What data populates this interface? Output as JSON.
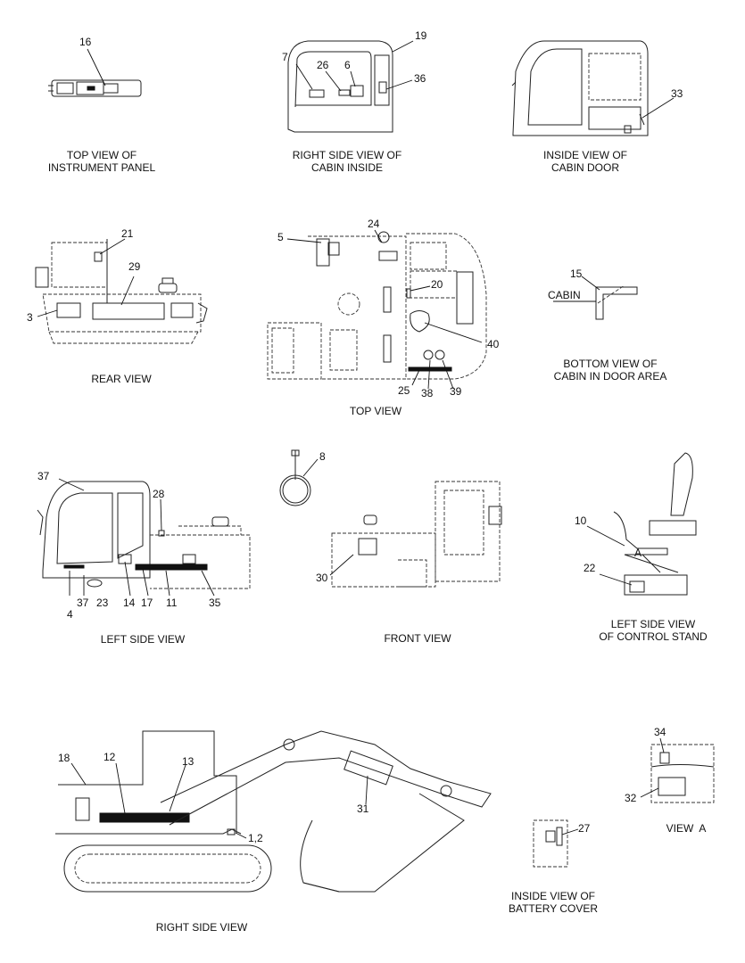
{
  "views": {
    "instrument_panel": [
      "TOP VIEW OF",
      "INSTRUMENT PANEL"
    ],
    "cabin_inside": [
      "RIGHT SIDE VIEW OF",
      "CABIN INSIDE"
    ],
    "cabin_door": [
      "INSIDE VIEW OF",
      "CABIN DOOR"
    ],
    "rear": "REAR VIEW",
    "top": "TOP VIEW",
    "bottom_cabin": [
      "BOTTOM VIEW OF",
      "CABIN IN DOOR AREA"
    ],
    "left_side": "LEFT SIDE VIEW",
    "front": "FRONT VIEW",
    "control_stand": [
      "LEFT SIDE VIEW",
      "OF CONTROL STAND"
    ],
    "right_side": "RIGHT SIDE VIEW",
    "battery_cover": [
      "INSIDE VIEW OF",
      "BATTERY COVER"
    ],
    "view_a": "VIEW  A"
  },
  "annotations": {
    "cabin_word": "CABIN",
    "view_marker": "A"
  },
  "callouts": {
    "c16": "16",
    "c19": "19",
    "c7": "7",
    "c26": "26",
    "c6": "6",
    "c36": "36",
    "c33": "33",
    "c21": "21",
    "c29": "29",
    "c3": "3",
    "c5": "5",
    "c24": "24",
    "c20": "20",
    "c40": "40",
    "c25": "25",
    "c38": "38",
    "c39": "39",
    "c15": "15",
    "c37a": "37",
    "c28": "28",
    "c8": "8",
    "c30": "30",
    "c10": "10",
    "c22": "22",
    "c4": "4",
    "c37b": "37",
    "c23": "23",
    "c14": "14",
    "c17": "17",
    "c11": "11",
    "c35": "35",
    "c18": "18",
    "c12": "12",
    "c13": "13",
    "c31": "31",
    "c12b": "1,2",
    "c34": "34",
    "c32": "32",
    "c27": "27"
  }
}
